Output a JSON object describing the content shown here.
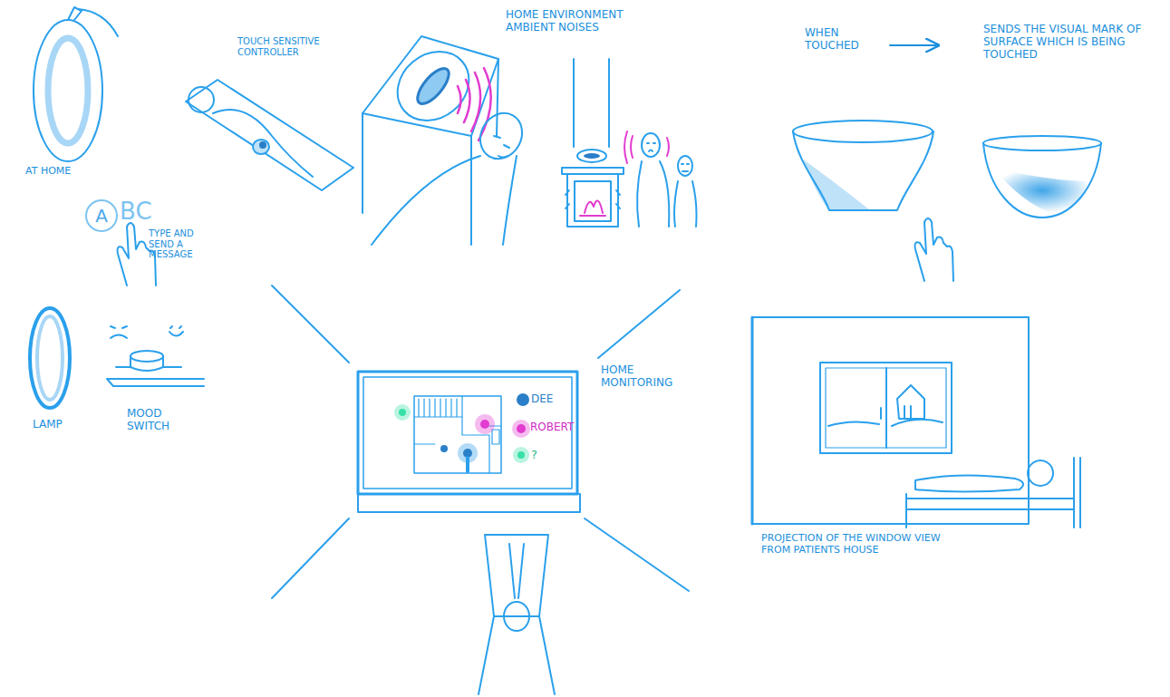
{
  "diagram": {
    "nodes": [
      {
        "text": [
          "HOME MONITORING",
          "DEE",
          "ROBERT",
          "?"
        ]
      },
      {
        "text": [
          "PROJECTION OF THE WINDOW VIEW FROM PATIENTS HOUSE"
        ]
      },
      {
        "text": [
          "A"
        ]
      }
    ],
    "labels": [
      "AT HOME",
      "BC",
      "TYPE AND SEND A MESSAGE",
      "LAMP",
      "MOOD SWITCH",
      "TOUCH SENSITIVE CONTROLLER",
      "HOME ENVIRONMENT AMBIENT NOISES",
      "WHEN TOUCHED",
      "SENDS THE VISUAL MARK OF SURFACE WHICH IS BEING TOUCHED"
    ]
  }
}
